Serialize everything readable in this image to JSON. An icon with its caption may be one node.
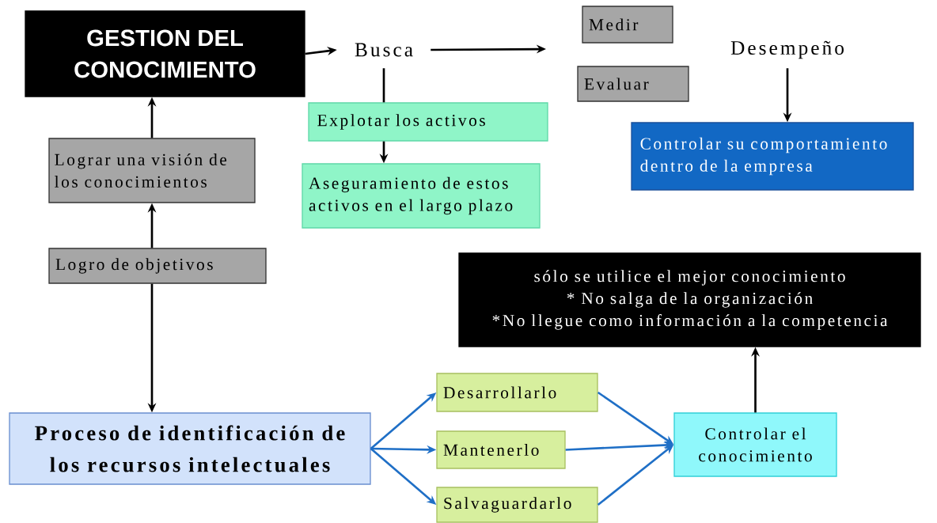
{
  "diagram": {
    "nodes": [
      {
        "text": [
          "GESTION DEL CONOCIMIENTO"
        ]
      },
      {
        "text": [
          "Busca"
        ]
      },
      {
        "text": [
          "Medir"
        ]
      },
      {
        "text": [
          "Evaluar"
        ]
      },
      {
        "text": [
          "Desempeño"
        ]
      },
      {
        "text": [
          "Explotar los activos"
        ]
      },
      {
        "text": [
          "Aseguramiento de estos activos en el largo plazo"
        ]
      },
      {
        "text": [
          "Controlar su comportamiento dentro de la empresa"
        ]
      },
      {
        "text": [
          "Lograr una visión de los conocimientos"
        ]
      },
      {
        "text": [
          "Logro de objetivos"
        ]
      },
      {
        "text": [
          "sólo se utilice el mejor conocimiento",
          "* No salga de la organización",
          "*No llegue como información a la competencia"
        ]
      },
      {
        "text": [
          "Proceso de identificación de los recursos intelectuales"
        ]
      },
      {
        "text": [
          "Desarrollarlo"
        ]
      },
      {
        "text": [
          "Mantenerlo"
        ]
      },
      {
        "text": [
          "Salvaguardarlo"
        ]
      },
      {
        "text": [
          "Controlar el conocimiento"
        ]
      }
    ],
    "edges": [
      {
        "from": 0,
        "to": 1,
        "arrow": "to"
      },
      {
        "from": 1,
        "to": null,
        "arrow": "to"
      },
      {
        "from": 1,
        "to": 5,
        "arrow": "none"
      },
      {
        "from": 5,
        "to": 6,
        "arrow": "to"
      },
      {
        "from": 4,
        "to": 7,
        "arrow": "to"
      },
      {
        "from": 9,
        "to": 8,
        "arrow": "to"
      },
      {
        "from": 8,
        "to": 0,
        "arrow": "to"
      },
      {
        "from": 9,
        "to": 11,
        "arrow": "to"
      },
      {
        "from": 11,
        "to": 12,
        "arrow": "to",
        "color": "#1f6fc6"
      },
      {
        "from": 11,
        "to": 13,
        "arrow": "to",
        "color": "#1f6fc6"
      },
      {
        "from": 11,
        "to": 14,
        "arrow": "to",
        "color": "#1f6fc6"
      },
      {
        "from": 12,
        "to": 15,
        "arrow": "to",
        "color": "#1f6fc6"
      },
      {
        "from": 13,
        "to": 15,
        "arrow": "to",
        "color": "#1f6fc6"
      },
      {
        "from": 14,
        "to": 15,
        "arrow": "to",
        "color": "#1f6fc6"
      },
      {
        "from": 15,
        "to": 10,
        "arrow": "to"
      }
    ]
  }
}
